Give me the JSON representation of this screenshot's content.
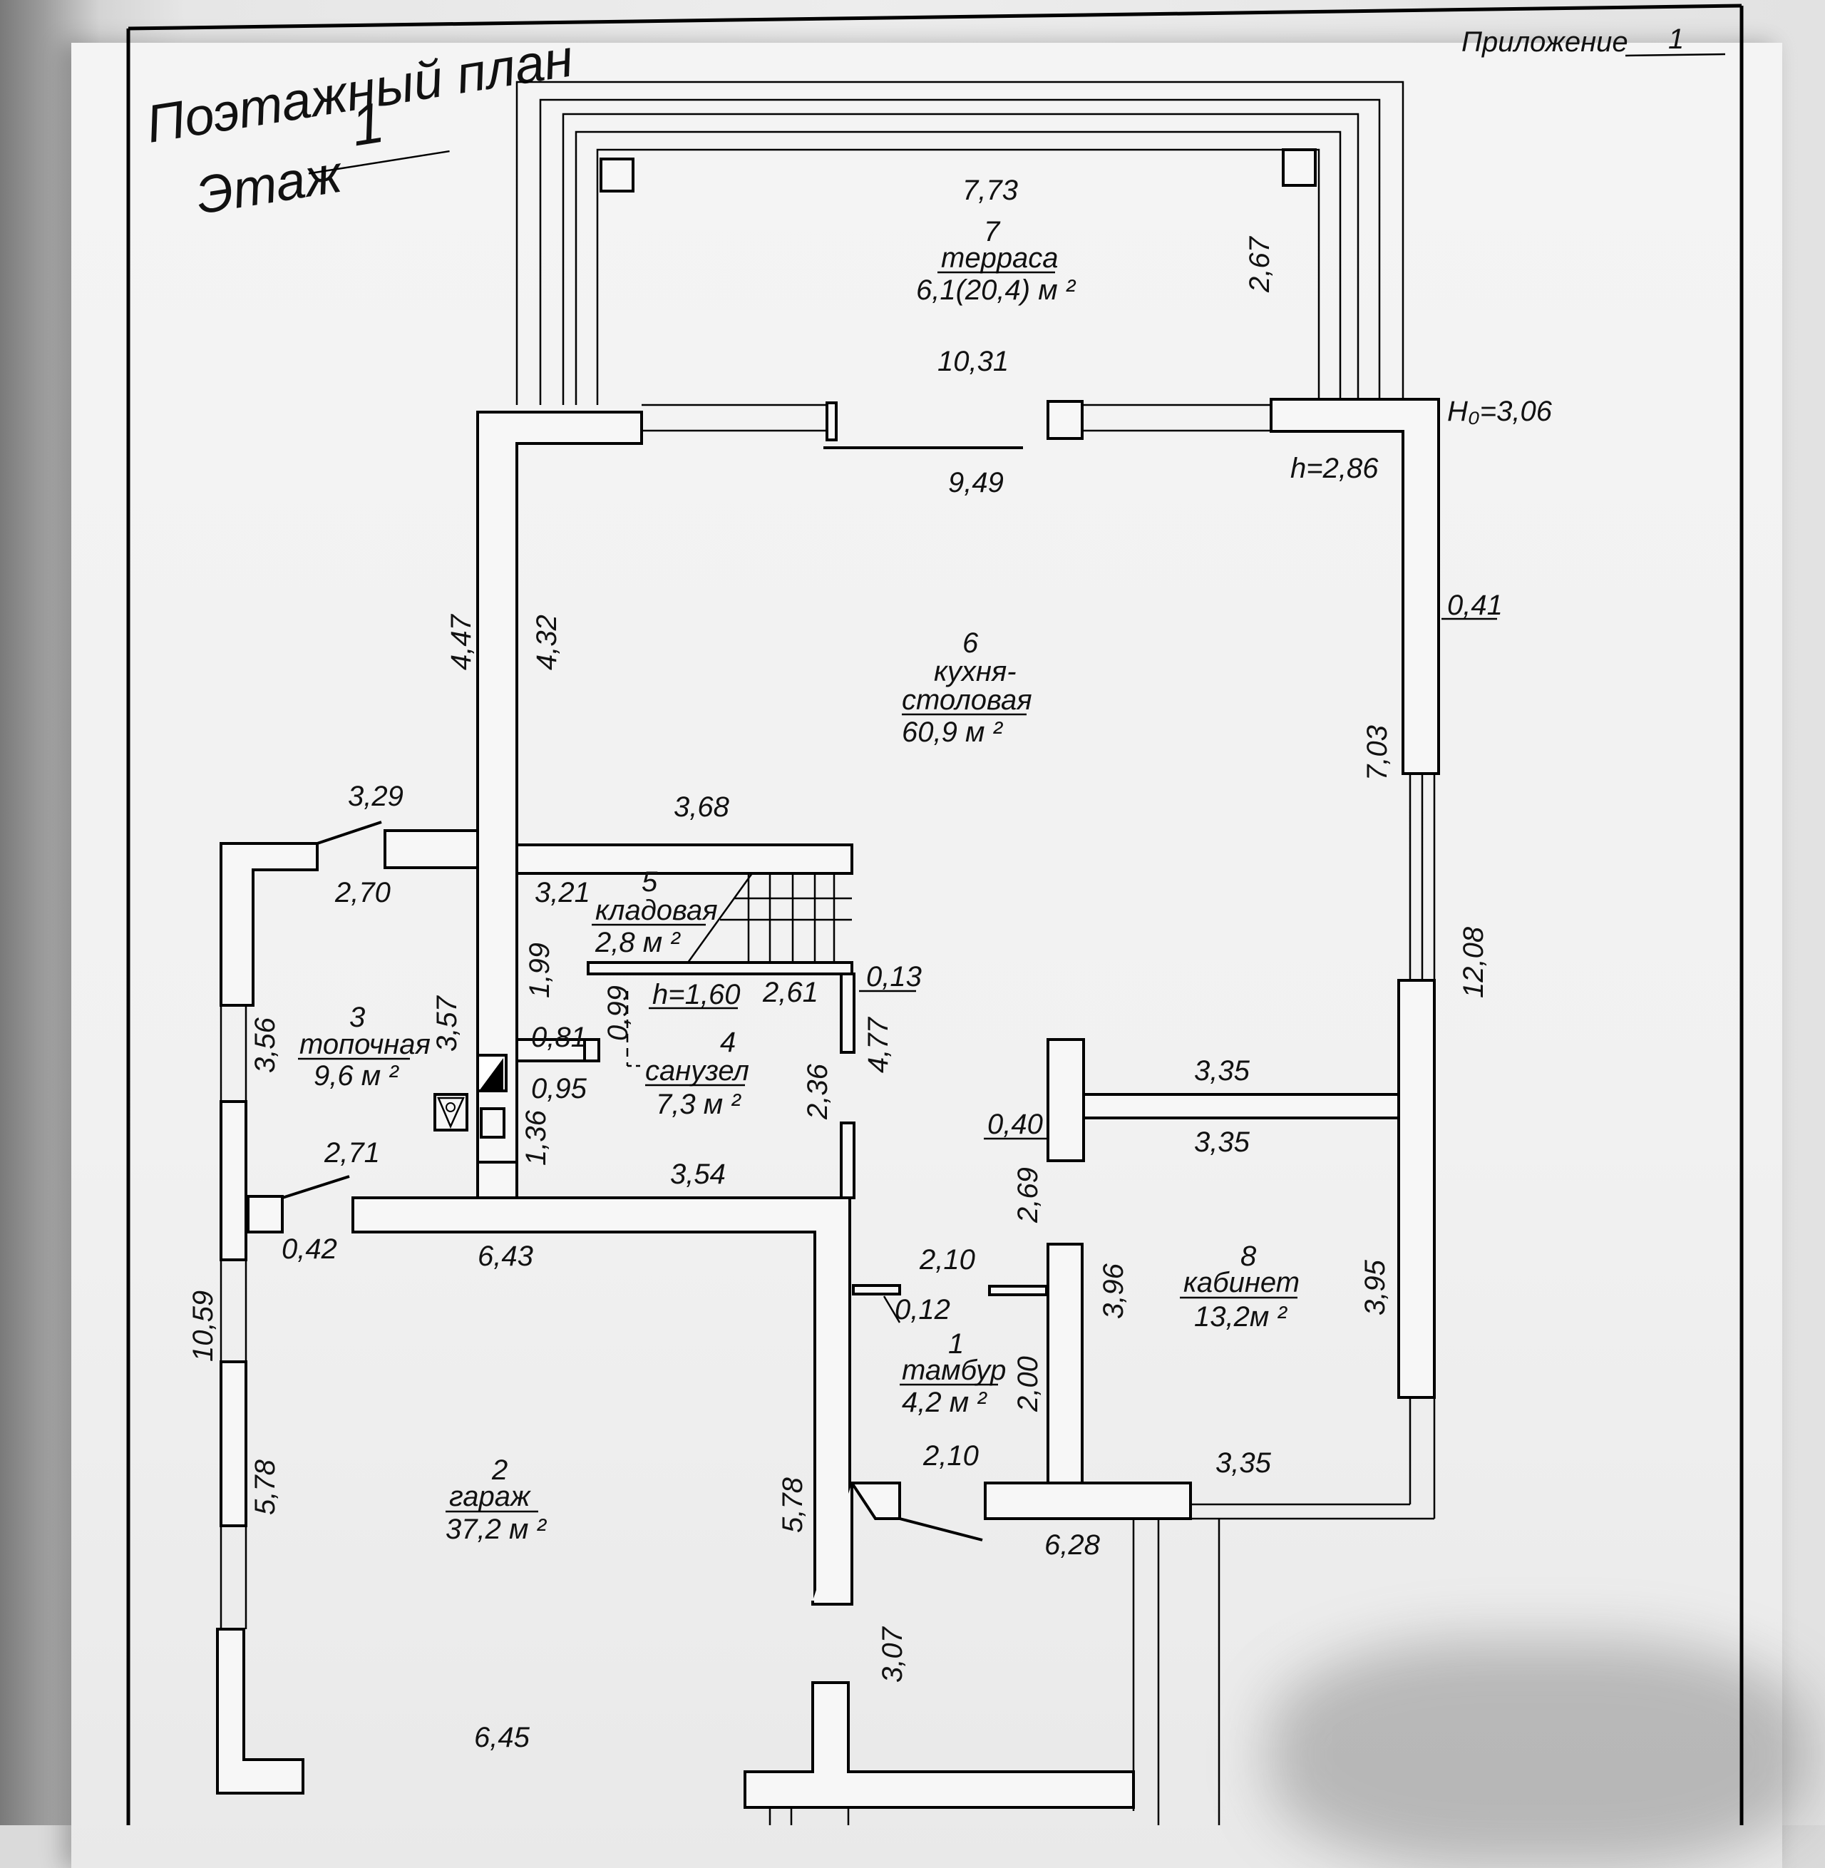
{
  "header": {
    "appendix_label": "Приложение",
    "appendix_number": "1",
    "title_line1": "Поэтажный план",
    "title_line2": "Этаж",
    "floor_number": "1"
  },
  "rooms": {
    "r1": {
      "number": "1",
      "name": "тамбур",
      "area": "4,2 м ²"
    },
    "r2": {
      "number": "2",
      "name": "гараж",
      "area": "37,2 м ²"
    },
    "r3": {
      "number": "3",
      "name": "топочная",
      "area": "9,6 м ²"
    },
    "r4": {
      "number": "4",
      "name": "санузел",
      "area": "7,3 м ²"
    },
    "r5": {
      "number": "5",
      "name": "кладовая",
      "area": "2,8  м ²"
    },
    "r6": {
      "number": "6",
      "name_line1": "кухня-",
      "name_line2": "столовая",
      "area": "60,9 м ²"
    },
    "r7": {
      "number": "7",
      "name": "терраса",
      "area": "6,1(20,4) м ²"
    },
    "r8": {
      "number": "8",
      "name": "кабинет",
      "area": "13,2м ²"
    }
  },
  "heights": {
    "outer": "H₀=3,06",
    "inner": "h=2,86",
    "storage": "h=1,60"
  },
  "dimensions": {
    "terrace_width": "7,73",
    "terrace_depth": "2,67",
    "terrace_outer": "10,31",
    "kitchen_top": "9,49",
    "wall_041": "0,41",
    "kitchen_left_outer": "4,47",
    "kitchen_left_inner": "4,32",
    "kitchen_right": "7,03",
    "right_total": "12,08",
    "boiler_top_outer": "3,29",
    "boiler_top_inner": "2,70",
    "stair_top": "3,68",
    "storage_width": "3,21",
    "storage_depth": "1,99",
    "bath_top": "2,61",
    "wall_013": "0,13",
    "bath_099": "0,99",
    "bath_081": "0,81",
    "bath_095": "0,95",
    "bath_136": "1,36",
    "bath_236": "2,36",
    "bath_477": "4,77",
    "bath_bottom": "3,54",
    "boiler_left": "3,56",
    "boiler_right": "3,57",
    "boiler_bottom": "2,71",
    "wall_042": "0,42",
    "garage_left_total": "10,59",
    "garage_left": "5,78",
    "garage_right": "5,78",
    "garage_top": "6,43",
    "garage_bottom": "6,45",
    "cabinet_top_upper": "3,35",
    "cabinet_top_lower": "3,35",
    "wall_040": "0,40",
    "hall_269": "2,69",
    "vest_top": "2,10",
    "wall_012": "0,12",
    "vest_side": "3,96",
    "vest_200": "2,00",
    "vest_bottom": "2,10",
    "cabinet_right": "3,95",
    "cabinet_bottom": "3,35",
    "porch_width": "6,28",
    "porch_depth": "3,07"
  }
}
